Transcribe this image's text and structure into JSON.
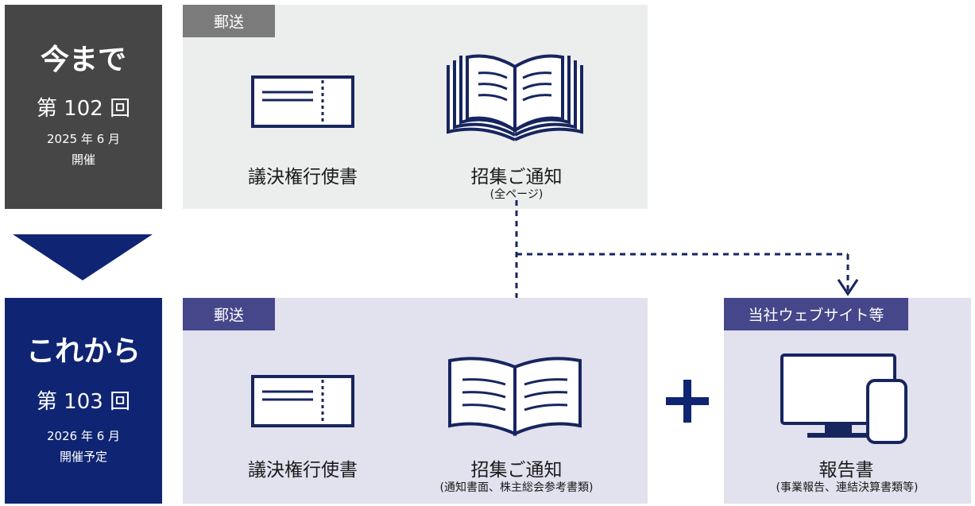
{
  "before": {
    "heading": "今まで",
    "session": "第 102 回",
    "date_line1": "2025 年 6 月",
    "date_line2": "開催",
    "panel_tag": "郵送",
    "item1_label": "議決権行使書",
    "item2_label": "招集ご通知",
    "item2_sub": "(全ページ)"
  },
  "after": {
    "heading": "これから",
    "session": "第 103 回",
    "date_line1": "2026 年 6 月",
    "date_line2": "開催予定",
    "panel_tag": "郵送",
    "item1_label": "議決権行使書",
    "item2_label": "招集ご通知",
    "item2_sub": "(通知書面、株主総会参考書類)",
    "plus": "+",
    "web_tag": "当社ウェブサイト等",
    "web_label": "報告書",
    "web_sub": "(事業報告、連結決算書類等)"
  },
  "colors": {
    "before_dark": "#474646",
    "after_navy": "#0f2573",
    "before_panel_bg": "#eceded",
    "after_panel_bg": "#e2e1ee",
    "tag_gray": "#7b7b7b",
    "tag_navy": "#45478a",
    "icon_navy": "#17255f"
  }
}
